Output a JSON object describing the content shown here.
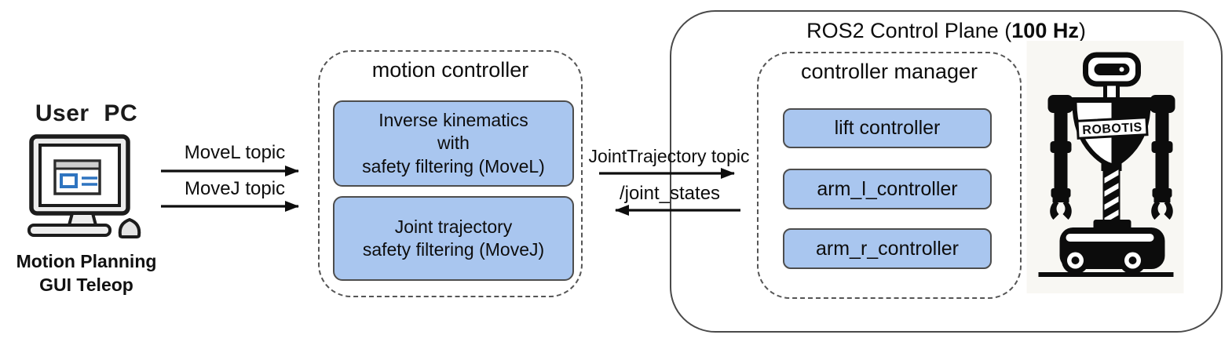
{
  "user_pc": {
    "title": "User PC",
    "caption_line1": "Motion Planning",
    "caption_line2": "GUI Teleop"
  },
  "arrows": {
    "movel": "MoveL topic",
    "movej": "MoveJ topic",
    "joint_trajectory": "JointTrajectory topic",
    "joint_states": "/joint_states"
  },
  "motion_controller": {
    "title": "motion controller",
    "movel_node": {
      "line1": "Inverse kinematics",
      "line2": "with",
      "line3": "safety filtering (MoveL)"
    },
    "movej_node": {
      "line1": "Joint trajectory",
      "line2": "safety filtering (MoveJ)"
    }
  },
  "ros2": {
    "title_prefix": "ROS2 Control Plane (",
    "title_bold": "100 Hz",
    "title_suffix": ")"
  },
  "controller_manager": {
    "title": "controller manager",
    "controllers": [
      "lift controller",
      "arm_l_controller",
      "arm_r_controller"
    ]
  },
  "robot": {
    "brand": "ROBOTIS"
  },
  "colors": {
    "node_fill": "#a9c6ef",
    "node_border": "#4d4d4d",
    "dashed_border": "#555555",
    "plane_border": "#4a4a4a",
    "text": "#0d0d0d",
    "screen_accent_blue": "#2e74c0",
    "robot_bg": "#f8f7f3"
  }
}
